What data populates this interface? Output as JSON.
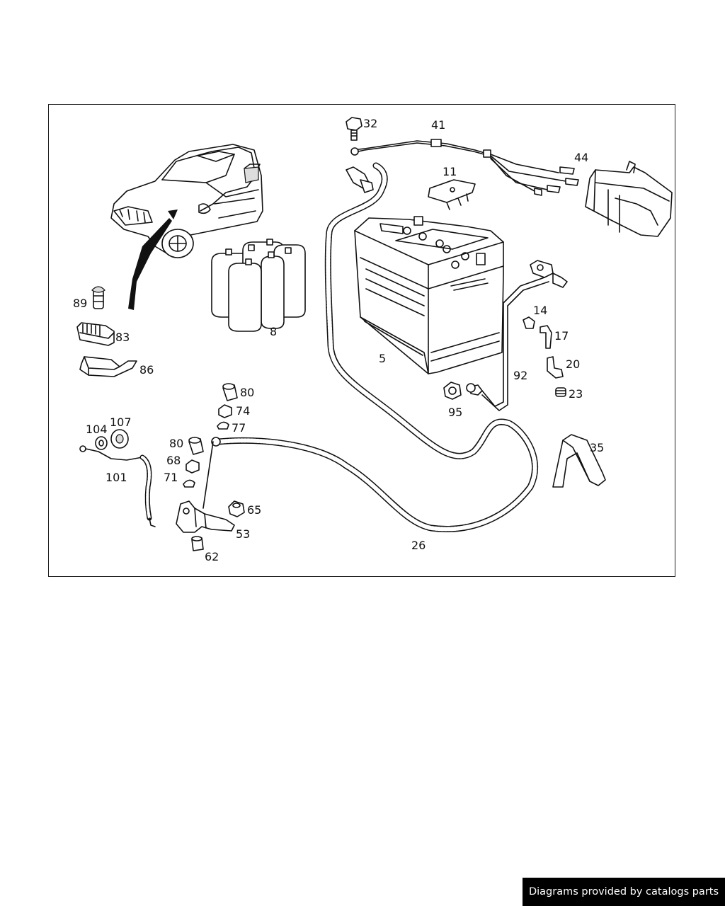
{
  "watermark": {
    "text": "Diagrams provided by catalogs parts"
  },
  "labels": {
    "p32": "32",
    "p41": "41",
    "p44": "44",
    "p11": "11",
    "p89": "89",
    "p83": "83",
    "p86": "86",
    "p8": "8",
    "p5": "5",
    "p14": "14",
    "p17": "17",
    "p20": "20",
    "p23": "23",
    "p92": "92",
    "p95": "95",
    "p35": "35",
    "p80a": "80",
    "p74": "74",
    "p77": "77",
    "p104": "104",
    "p107": "107",
    "p101": "101",
    "p80b": "80",
    "p68": "68",
    "p71": "71",
    "p65": "65",
    "p53": "53",
    "p62": "62",
    "p26": "26"
  }
}
